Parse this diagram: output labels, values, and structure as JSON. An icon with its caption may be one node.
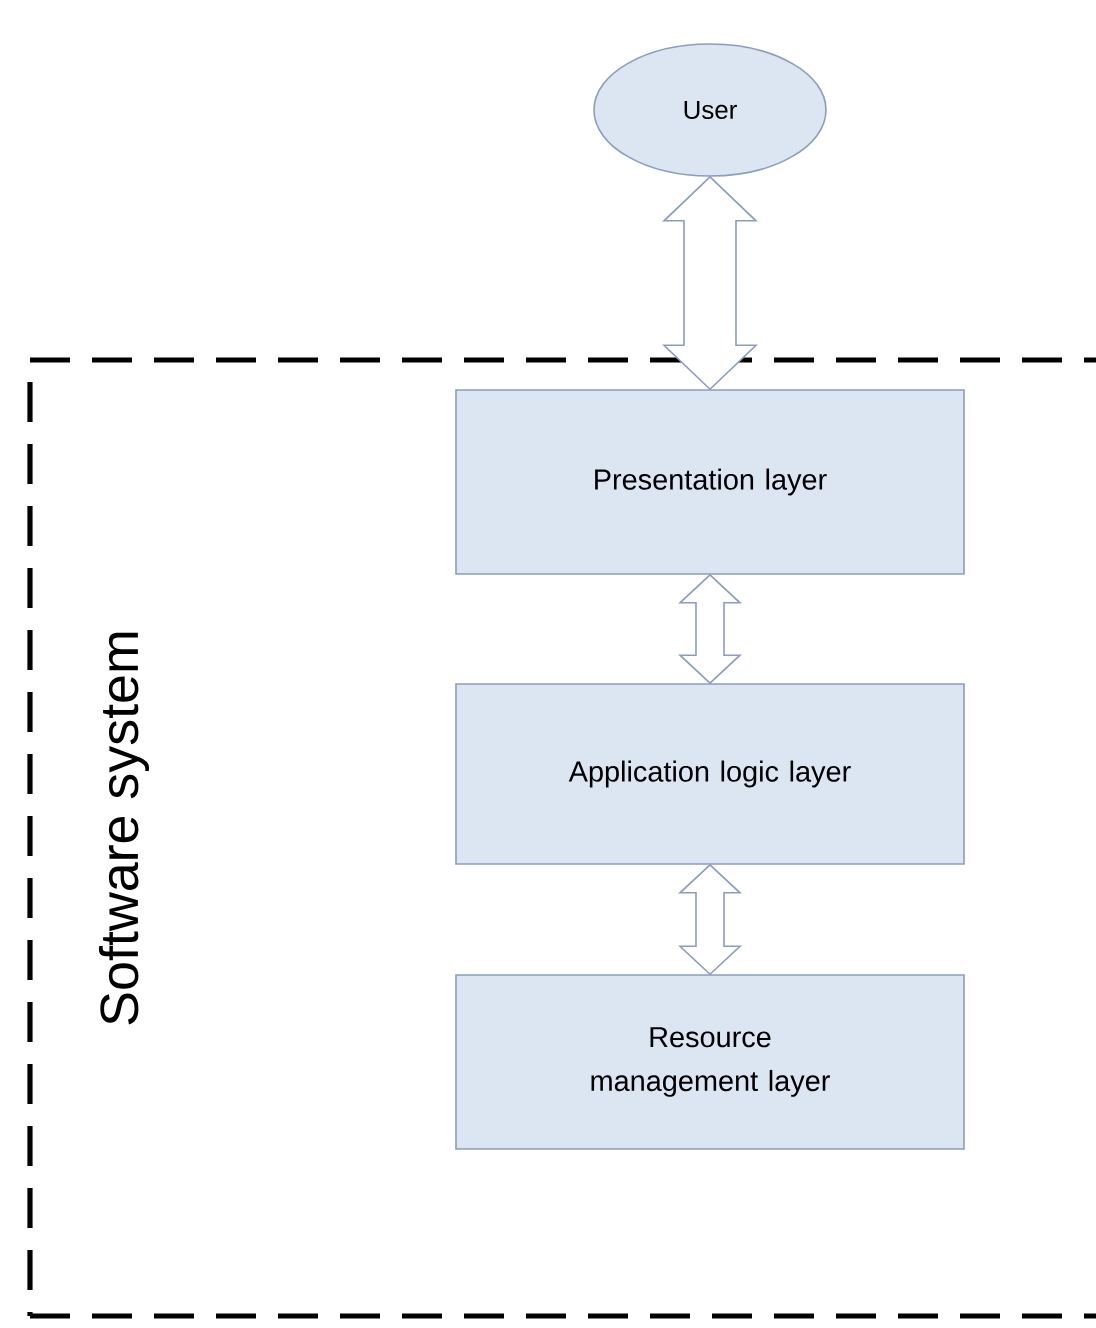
{
  "diagram": {
    "nodes": [
      {
        "text": [
          "User"
        ]
      },
      {
        "text": [
          "Software system"
        ]
      },
      {
        "text": [
          "Presentation layer"
        ],
        "in": 1
      },
      {
        "text": [
          "Application logic layer"
        ],
        "in": 1
      },
      {
        "text": [
          "Resource management layer"
        ],
        "in": 1
      }
    ],
    "edges": [
      {
        "from": 0,
        "to": 2,
        "arrow": "both"
      },
      {
        "from": 2,
        "to": 3,
        "arrow": "both"
      },
      {
        "from": 3,
        "to": 4,
        "arrow": "both"
      }
    ]
  }
}
